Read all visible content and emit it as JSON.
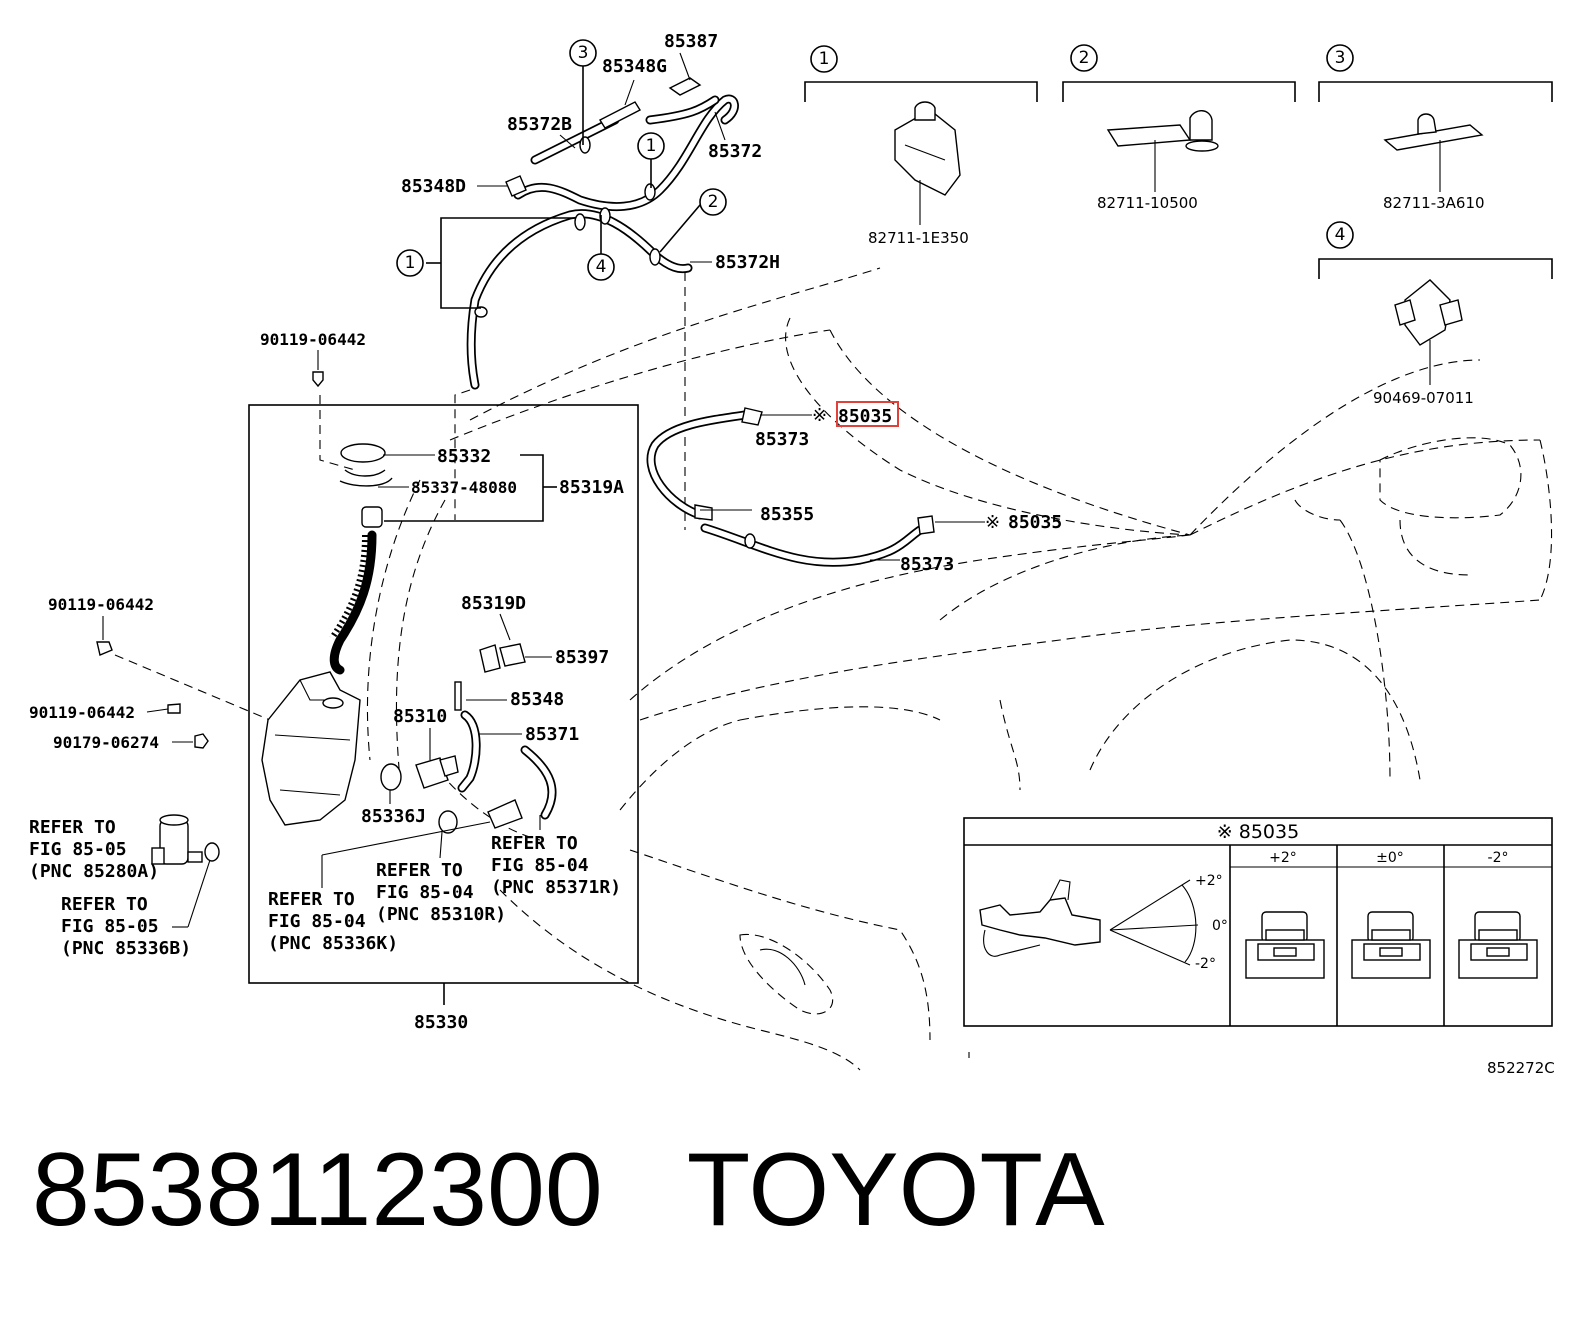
{
  "part_number": "8538112300",
  "brand": "TOYOTA",
  "diagram_code": "852272C",
  "highlight_color": "#e0413a",
  "labels": {
    "l85387": "85387",
    "l85348G": "85348G",
    "l85372B": "85372B",
    "l85372": "85372",
    "l85348D": "85348D",
    "l85372H": "85372H",
    "l90119a": "90119-06442",
    "l85332": "85332",
    "l85337": "85337-48080",
    "l85319A": "85319A",
    "l85319D": "85319D",
    "l85397": "85397",
    "l90119b": "90119-06442",
    "l90119c": "90119-06442",
    "l90179": "90179-06274",
    "l85348": "85348",
    "l85310": "85310",
    "l85371": "85371",
    "l85336J": "85336J",
    "l85330": "85330",
    "l85373a": "85373",
    "l85355": "85355",
    "l85373b": "85373",
    "l85035a": "85035",
    "l85035b": "85035",
    "ref_mark": "※",
    "c1": "1",
    "c2": "2",
    "c3": "3",
    "c4": "4"
  },
  "refer_notes": {
    "r1": [
      "REFER TO",
      "FIG 85-05",
      "(PNC 85280A)"
    ],
    "r2": [
      "REFER TO",
      "FIG 85-05",
      "(PNC 85336B)"
    ],
    "r3": [
      "REFER TO",
      "FIG 85-04",
      "(PNC 85336K)"
    ],
    "r4": [
      "REFER TO",
      "FIG 85-04",
      "(PNC 85310R)"
    ],
    "r5": [
      "REFER TO",
      "FIG 85-04",
      "(PNC 85371R)"
    ]
  },
  "clips": {
    "clip1": {
      "index": "1",
      "part": "82711-1E350"
    },
    "clip2": {
      "index": "2",
      "part": "82711-10500"
    },
    "clip3": {
      "index": "3",
      "part": "82711-3A610"
    },
    "clip4": {
      "index": "4",
      "part": "90469-07011"
    }
  },
  "inset": {
    "title": "※ 85035",
    "columns": [
      "+2°",
      "±0°",
      "-2°"
    ],
    "angles": [
      "+2°",
      "0°",
      "-2°"
    ]
  }
}
